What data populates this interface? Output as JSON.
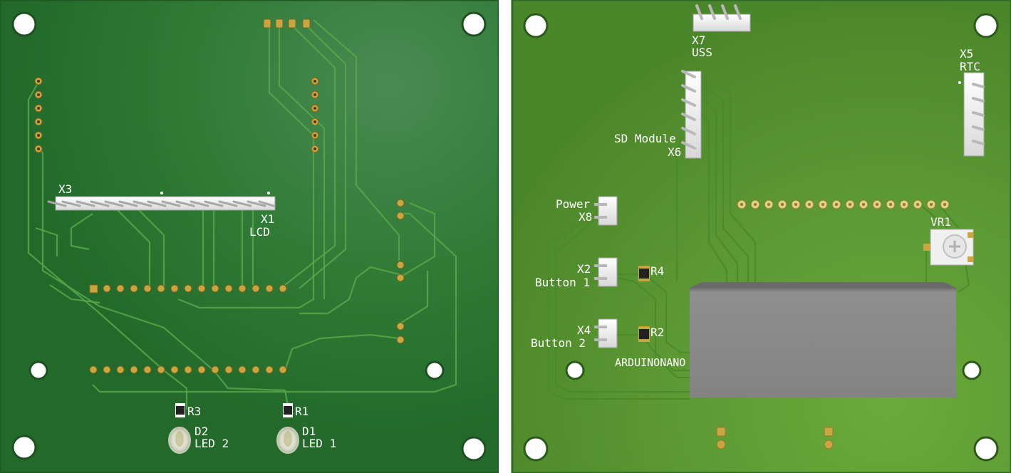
{
  "colors": {
    "board_top": "#2f7a35",
    "board_top_edge": "#1f5a25",
    "board_bottom": "#5d9a34",
    "board_bottom_edge": "#2e6a26",
    "trace_top": "#4f9a45",
    "trace_bottom": "#4a8a2a",
    "pad": "#c9a640",
    "silk": "#ffffff",
    "module": "#8a8a8a"
  },
  "top_board": {
    "labels": {
      "x3": "X3",
      "x1": "X1",
      "lcd": "LCD",
      "r3": "R3",
      "r1": "R1",
      "d2": "D2",
      "led2": "LED 2",
      "d1": "D1",
      "led1": "LED 1"
    }
  },
  "bottom_board": {
    "labels": {
      "x7": "X7",
      "uss": "USS",
      "x5": "X5",
      "rtc": "RTC",
      "sd_module": "SD Module",
      "x6": "X6",
      "power": "Power",
      "x8": "X8",
      "x2": "X2",
      "button1": "Button 1",
      "r4": "R4",
      "vr1": "VR1",
      "x4": "X4",
      "button2": "Button 2",
      "r2": "R2",
      "arduino": "ARDUINONANO"
    }
  }
}
